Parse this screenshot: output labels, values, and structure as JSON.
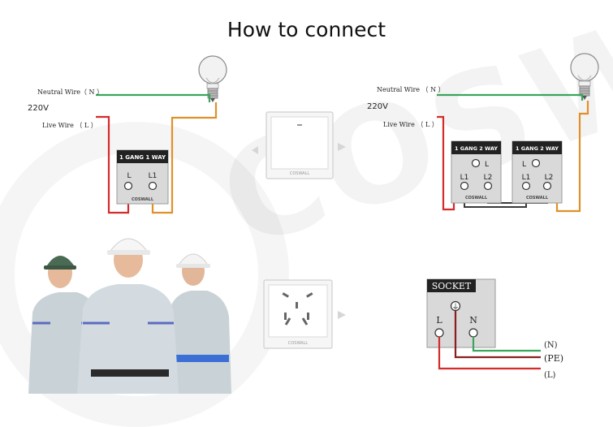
{
  "title": "How to connect",
  "watermark": "COSWALL",
  "left_diagram": {
    "neutral_label": "Neutral Wire（ N ）",
    "voltage_label": "220V",
    "live_label": "Live Wire （ L ）",
    "switch_title": "1 GANG 1 WAY",
    "terminal_l": "L",
    "terminal_l1": "L1",
    "brand": "COSWALL"
  },
  "right_diagram": {
    "neutral_label": "Neutral Wire （ N ）",
    "voltage_label": "220V",
    "live_label": "Live Wire （ L ）",
    "switch_a": {
      "title": "1 GANG 2 WAY",
      "l": "L",
      "l1": "L1",
      "l2": "L2",
      "brand": "COSWALL"
    },
    "switch_b": {
      "title": "1 GANG 2 WAY",
      "l": "L",
      "l1": "L1",
      "l2": "L2",
      "brand": "COSWALL"
    }
  },
  "switch_panel_brand": "COSWALL",
  "socket_panel_brand": "COSWALL",
  "socket": {
    "title": "SOCKET",
    "terminal_l": "L",
    "terminal_n": "N",
    "ground_symbol": "⏚",
    "out_n": "(N)",
    "out_pe": "(PE)",
    "out_l": "(L)"
  },
  "colors": {
    "neutral": "#3aa55c",
    "live": "#d42b2b",
    "switched": "#e0902a",
    "ground": "#8b1e1e",
    "box_header": "#222222",
    "box_body": "#d9d9d9"
  }
}
